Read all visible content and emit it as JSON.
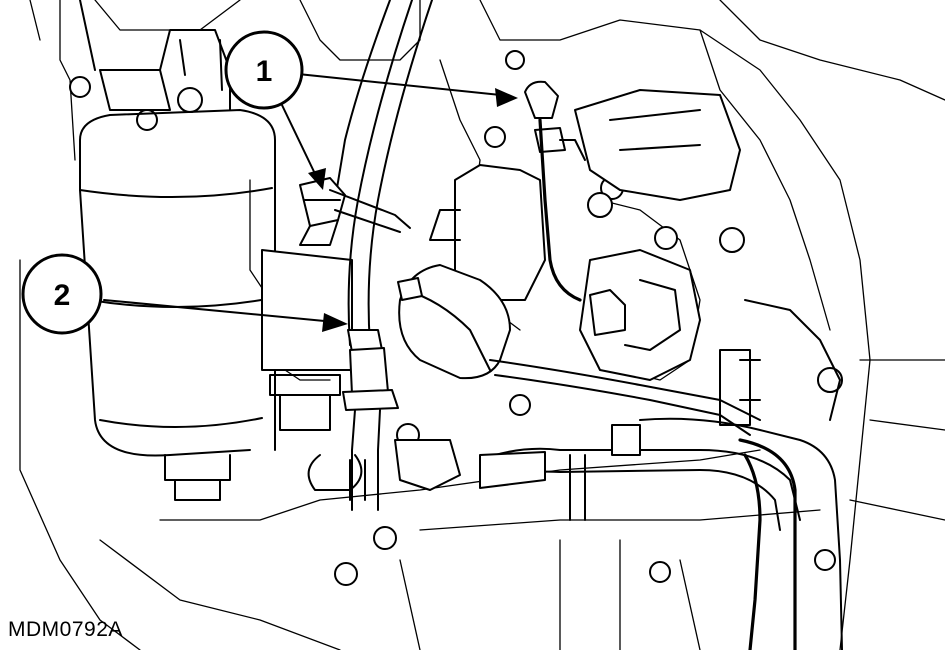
{
  "diagram": {
    "reference_code": "MDM0792A",
    "callouts": [
      {
        "id": "callout-1",
        "number": "1"
      },
      {
        "id": "callout-2",
        "number": "2"
      }
    ],
    "colors": {
      "line": "#000000",
      "background": "#ffffff"
    }
  }
}
